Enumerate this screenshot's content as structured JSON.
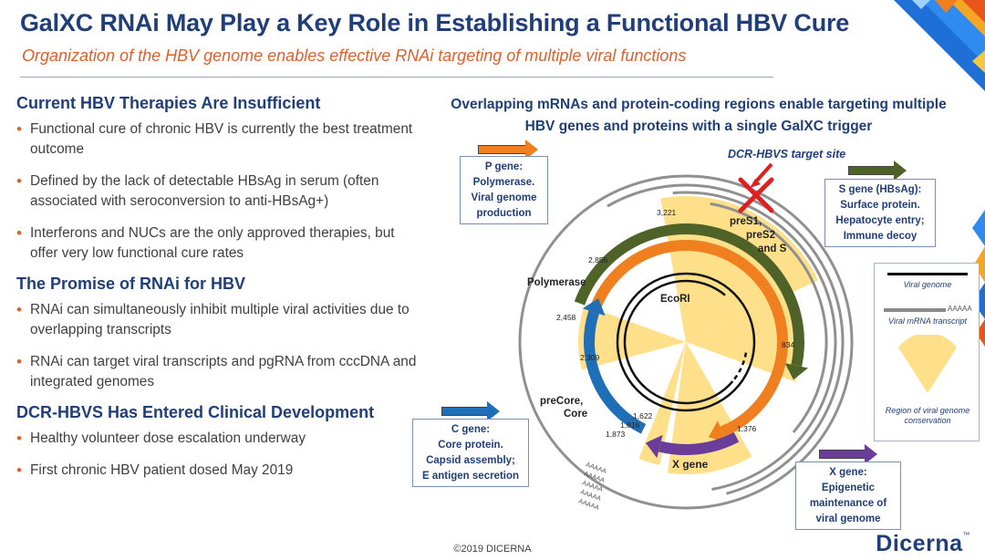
{
  "header": {
    "title": "GalXC RNAi May Play a Key Role in Establishing a Functional HBV Cure",
    "subtitle": "Organization of the HBV genome enables effective RNAi targeting of multiple viral functions"
  },
  "sections": [
    {
      "heading": "Current HBV Therapies Are Insufficient",
      "bullets": [
        "Functional cure of chronic HBV is currently the best treatment outcome",
        "Defined by the lack of detectable HBsAg in serum (often associated with seroconversion to anti-HBsAg+)",
        "Interferons and NUCs are the only approved therapies, but offer very low functional cure rates"
      ]
    },
    {
      "heading": "The Promise of RNAi for HBV",
      "bullets": [
        "RNAi can simultaneously inhibit multiple viral activities due to overlapping transcripts",
        "RNAi can target viral transcripts and pgRNA from cccDNA and integrated genomes"
      ]
    },
    {
      "heading": "DCR-HBVS Has Entered Clinical Development",
      "bullets": [
        "Healthy volunteer dose escalation underway",
        "First chronic HBV patient dosed May 2019"
      ]
    }
  ],
  "figure": {
    "title": "Overlapping mRNAs and protein-coding regions enable targeting multiple HBV genes and proteins with a single GalXC trigger",
    "target_label": "DCR-HBVS target site",
    "labels": {
      "polymerase": "Polymerase",
      "ecori": "EcoRI",
      "pres": [
        "preS1,",
        "preS2",
        "and S"
      ],
      "precore": [
        "preCore,",
        "Core"
      ],
      "xgene": "X gene",
      "polyA": "AAAAA"
    },
    "positions": [
      "3,221",
      "2,856",
      "2,458",
      "2,309",
      "1,873",
      "1,816",
      "1,622",
      "1,376",
      "834"
    ],
    "gene_boxes": {
      "p": [
        "P gene:",
        "Polymerase.",
        "Viral genome",
        "production"
      ],
      "s": [
        "S gene (HBsAg):",
        "Surface protein.",
        "Hepatocyte entry;",
        "Immune decoy"
      ],
      "c": [
        "C gene:",
        "Core protein.",
        "Capsid assembly;",
        "E antigen secretion"
      ],
      "x": [
        "X gene:",
        "Epigenetic",
        "maintenance of",
        "viral genome"
      ]
    },
    "legend": {
      "viral_genome": "Viral genome",
      "mrna": "Viral mRNA transcript",
      "polyA": "AAAAA",
      "region": "Region of viral genome conservation"
    },
    "colors": {
      "orange": "#f07f20",
      "green": "#4f6228",
      "blue": "#1f6fb8",
      "purple": "#6a3d9a",
      "conservation": "#ffe08a",
      "red": "#e02020",
      "navy": "#1f3e7a"
    }
  },
  "footer": {
    "copyright": "©2019 DICERNA",
    "logo": "Dicerna",
    "logo_mark": "™"
  }
}
